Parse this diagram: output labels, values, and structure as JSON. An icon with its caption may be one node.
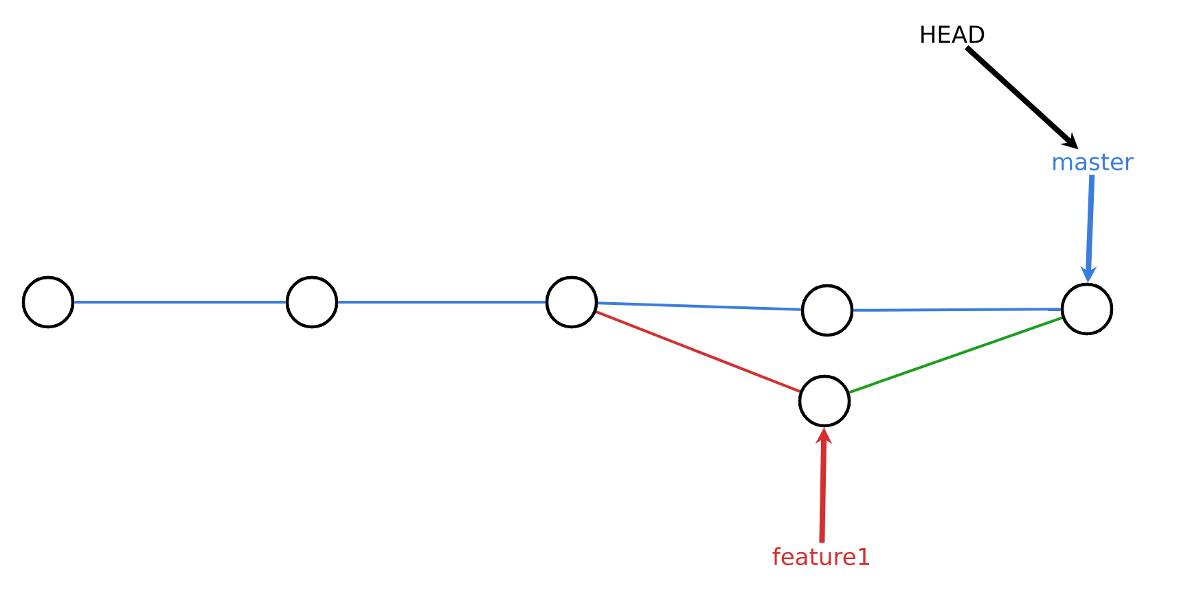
{
  "diagram": {
    "nodes": [
      {
        "text": [],
        "shape": "circle"
      },
      {
        "text": [],
        "shape": "circle"
      },
      {
        "text": [],
        "shape": "circle"
      },
      {
        "text": [],
        "shape": "circle"
      },
      {
        "text": [],
        "shape": "circle"
      },
      {
        "text": [],
        "shape": "circle"
      },
      {
        "text": [
          "HEAD"
        ]
      },
      {
        "text": [
          "master"
        ]
      },
      {
        "text": [
          "feature1"
        ]
      }
    ],
    "edges": [
      {
        "from": 0,
        "to": 1,
        "arrow": "none"
      },
      {
        "from": 1,
        "to": 2,
        "arrow": "none"
      },
      {
        "from": 2,
        "to": 3,
        "arrow": "none"
      },
      {
        "from": 3,
        "to": 5,
        "arrow": "none"
      },
      {
        "from": 2,
        "to": 4,
        "arrow": "none",
        "color": "#d3302f"
      },
      {
        "from": 4,
        "to": 5,
        "arrow": "none",
        "color": "#1c9e1c"
      },
      {
        "from": 6,
        "to": 7,
        "arrow": "to",
        "style": "thick",
        "color": "#000000"
      },
      {
        "from": 7,
        "to": 5,
        "arrow": "to",
        "style": "thick"
      },
      {
        "from": 8,
        "to": 4,
        "arrow": "to",
        "style": "thick",
        "color": "#d3302f"
      }
    ]
  }
}
